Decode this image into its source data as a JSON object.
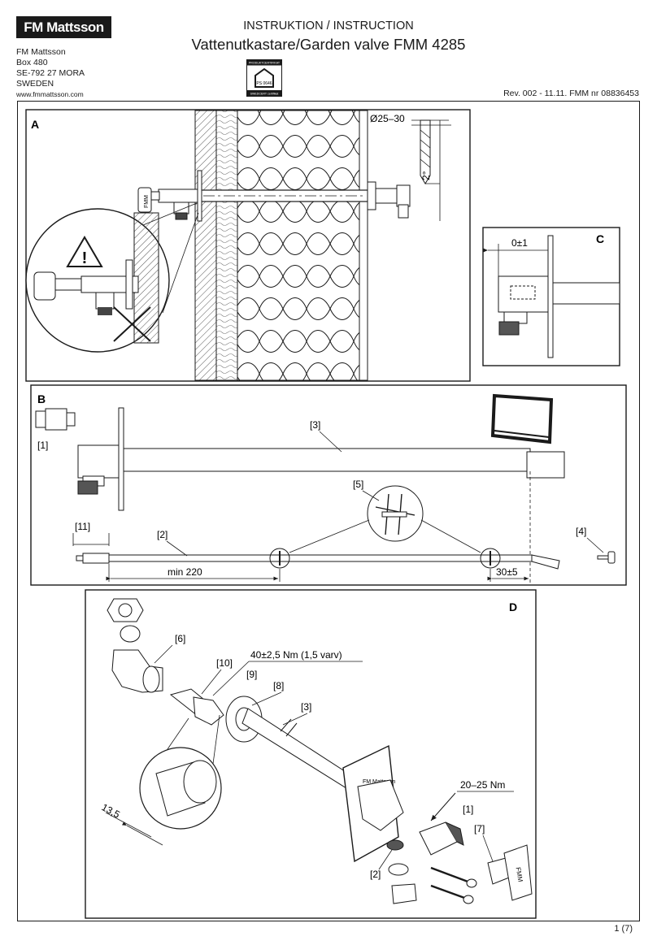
{
  "brand": {
    "logo_text": "FM Mattsson"
  },
  "header": {
    "title_line1": "INSTRUKTION / INSTRUCTION",
    "title_line2": "Vattenutkastare/Garden valve FMM 4285",
    "revision": "Rev. 002 - 11.11. FMM nr 08836453"
  },
  "address": {
    "line1": "FM Mattsson",
    "line2": "Box 480",
    "line3": "SE-792 27 MORA",
    "line4": "SWEDEN",
    "web": "www.fmmattsson.com"
  },
  "certificate": {
    "top": "PRODUKTCERTIFIKAT",
    "code": "PS 0646",
    "bottom": "SWEDCERT certifikat"
  },
  "panels": {
    "a": {
      "label": "A",
      "drill_dim": "Ø25–30",
      "angle": "2°",
      "valve_text": "FMM"
    },
    "b": {
      "label": "B",
      "c1": "[1]",
      "c3": "[3]",
      "c5": "[5]",
      "c11": "[11]",
      "c2": "[2]",
      "c4": "[4]",
      "dim_min": "min 220",
      "dim_30": "30±5"
    },
    "c": {
      "label": "C",
      "dim": "0±1"
    },
    "d": {
      "label": "D",
      "c6": "[6]",
      "c10": "[10]",
      "c9": "[9]",
      "c8": "[8]",
      "c3": "[3]",
      "torque1": "40±2,5 Nm (1,5 varv)",
      "torque2": "20–25 Nm",
      "c1": "[1]",
      "c7": "[7]",
      "c2": "[2]",
      "dim_135": "13,5",
      "plate_text": "FM Mattsson",
      "key_text": "FMM"
    }
  },
  "page": {
    "number": "1 (7)"
  }
}
